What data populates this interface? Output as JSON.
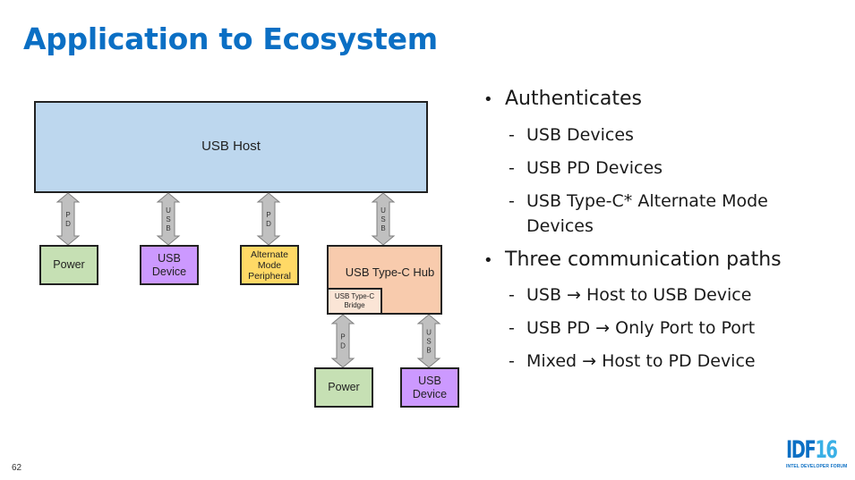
{
  "slide": {
    "title": "Application to Ecosystem",
    "page_number": "62"
  },
  "diagram": {
    "host": "USB Host",
    "arrows": [
      {
        "label": "P\nD",
        "letters": [
          "P",
          "D"
        ]
      },
      {
        "label": "USB",
        "letters": [
          "U",
          "S",
          "B"
        ]
      },
      {
        "label": "PD",
        "letters": [
          "P",
          "D"
        ]
      },
      {
        "label": "USB",
        "letters": [
          "U",
          "S",
          "B"
        ]
      },
      {
        "label": "PD",
        "letters": [
          "P",
          "D"
        ]
      },
      {
        "label": "USB",
        "letters": [
          "U",
          "S",
          "B"
        ]
      }
    ],
    "power": "Power",
    "usb_device_line1": "USB",
    "usb_device_line2": "Device",
    "alt_line1": "Alternate",
    "alt_line2": "Mode",
    "alt_line3": "Peripheral",
    "hub": "USB Type-C Hub",
    "bridge_line1": "USB Type-C",
    "bridge_line2": "Bridge",
    "power2": "Power",
    "usb_device2_line1": "USB",
    "usb_device2_line2": "Device",
    "colors": {
      "host": "#bdd7ee",
      "power": "#c6e0b4",
      "usb_device": "#cc99ff",
      "alt_mode": "#ffd966",
      "hub": "#f8cbad",
      "bridge": "#fbe5d6",
      "arrow": "#c0c0c0"
    }
  },
  "bullets": {
    "b1": "Authenticates",
    "b1_items": [
      "USB Devices",
      "USB PD Devices",
      "USB Type-C* Alternate Mode",
      "Devices"
    ],
    "b2": "Three communication paths",
    "b2_items": [
      "USB → Host to USB Device",
      "USB PD → Only Port to Port",
      "Mixed → Host to PD Device"
    ]
  },
  "logo": {
    "idf": "IDF",
    "year": "16",
    "subtitle": "INTEL DEVELOPER FORUM"
  }
}
